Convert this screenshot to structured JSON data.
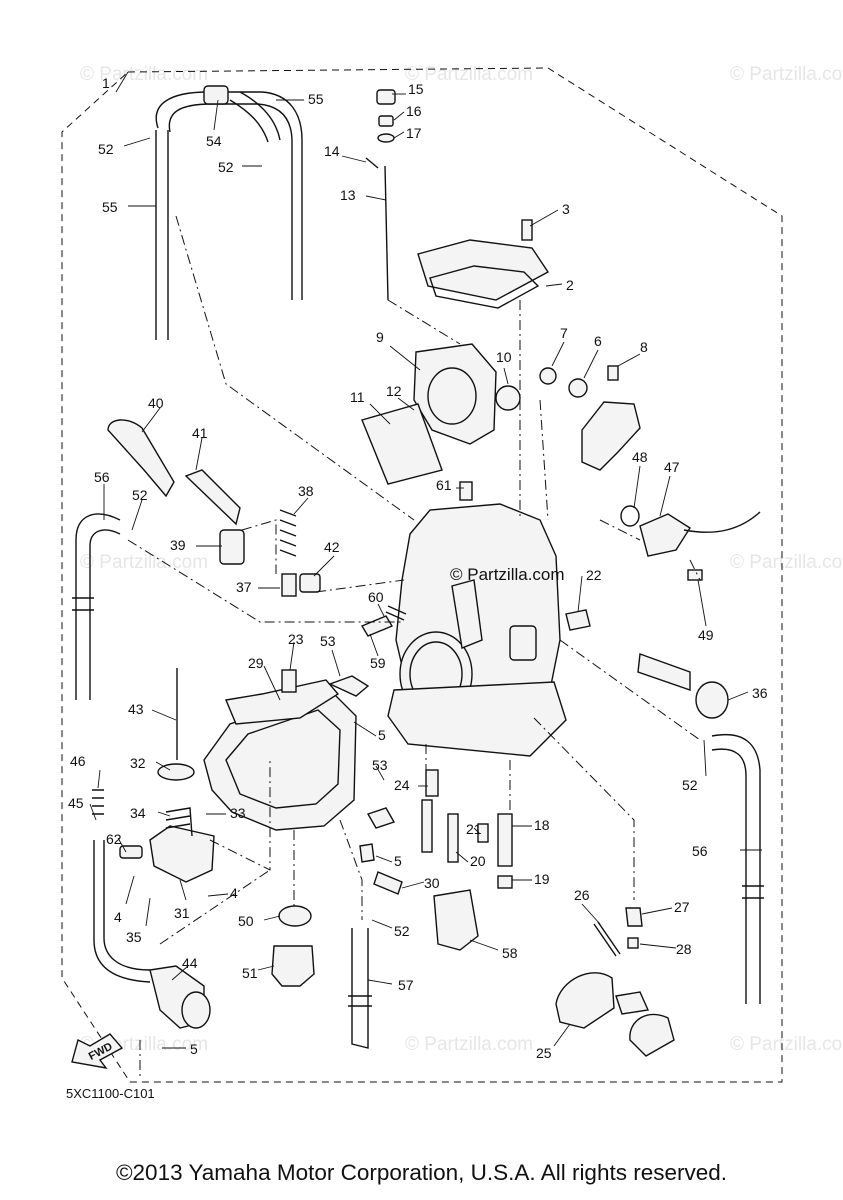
{
  "watermark": "© Partzilla.com",
  "watermark_center": "© Partzilla.com",
  "diagram_code": "5XC1100-C101",
  "fwd_label": "FWD",
  "copyright": "©2013 Yamaha Motor Corporation, U.S.A. All rights reserved.",
  "callouts": [
    "1",
    "2",
    "3",
    "4",
    "4",
    "5",
    "5",
    "5",
    "5",
    "6",
    "7",
    "8",
    "9",
    "10",
    "11",
    "12",
    "13",
    "14",
    "15",
    "16",
    "17",
    "18",
    "19",
    "20",
    "21",
    "22",
    "23",
    "24",
    "25",
    "26",
    "27",
    "28",
    "29",
    "30",
    "31",
    "32",
    "33",
    "34",
    "35",
    "36",
    "37",
    "38",
    "39",
    "40",
    "41",
    "42",
    "43",
    "44",
    "45",
    "46",
    "47",
    "48",
    "49",
    "50",
    "51",
    "52",
    "52",
    "52",
    "52",
    "52",
    "53",
    "53",
    "54",
    "55",
    "55",
    "56",
    "56",
    "57",
    "58",
    "59",
    "60",
    "61",
    "62"
  ]
}
